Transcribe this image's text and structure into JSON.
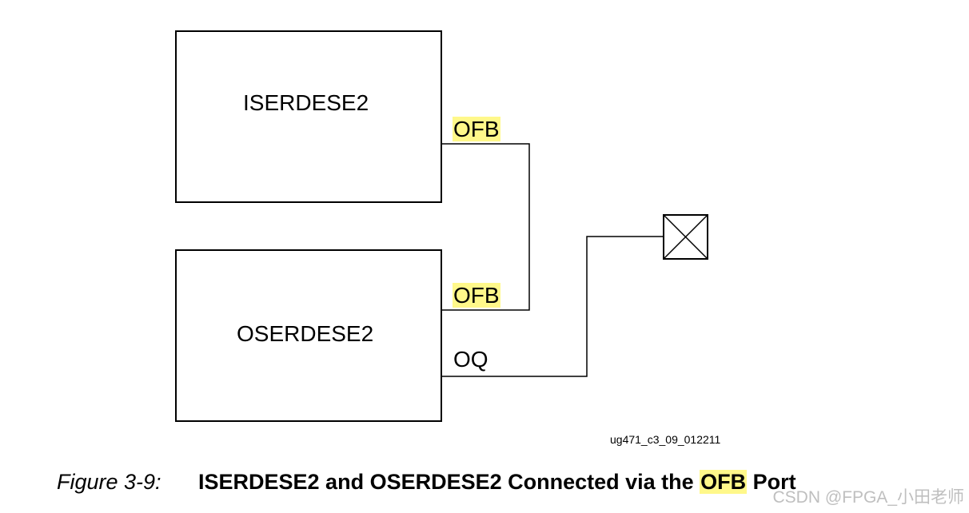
{
  "blocks": {
    "iserdes": "ISERDESE2",
    "oserdes": "OSERDESE2"
  },
  "ports": {
    "iserdes_ofb": "OFB",
    "oserdes_ofb": "OFB",
    "oserdes_oq": "OQ"
  },
  "figure": {
    "reference_id": "ug471_c3_09_012211",
    "number": "Figure 3-9:",
    "title_before": "ISERDESE2 and OSERDESE2 Connected via the ",
    "title_highlight": "OFB",
    "title_after": " Port"
  },
  "watermark": "CSDN @FPGA_小田老师",
  "colors": {
    "highlight": "#fff88a",
    "line": "#000000"
  },
  "icons": {
    "pad": "pad-x-box-icon"
  }
}
